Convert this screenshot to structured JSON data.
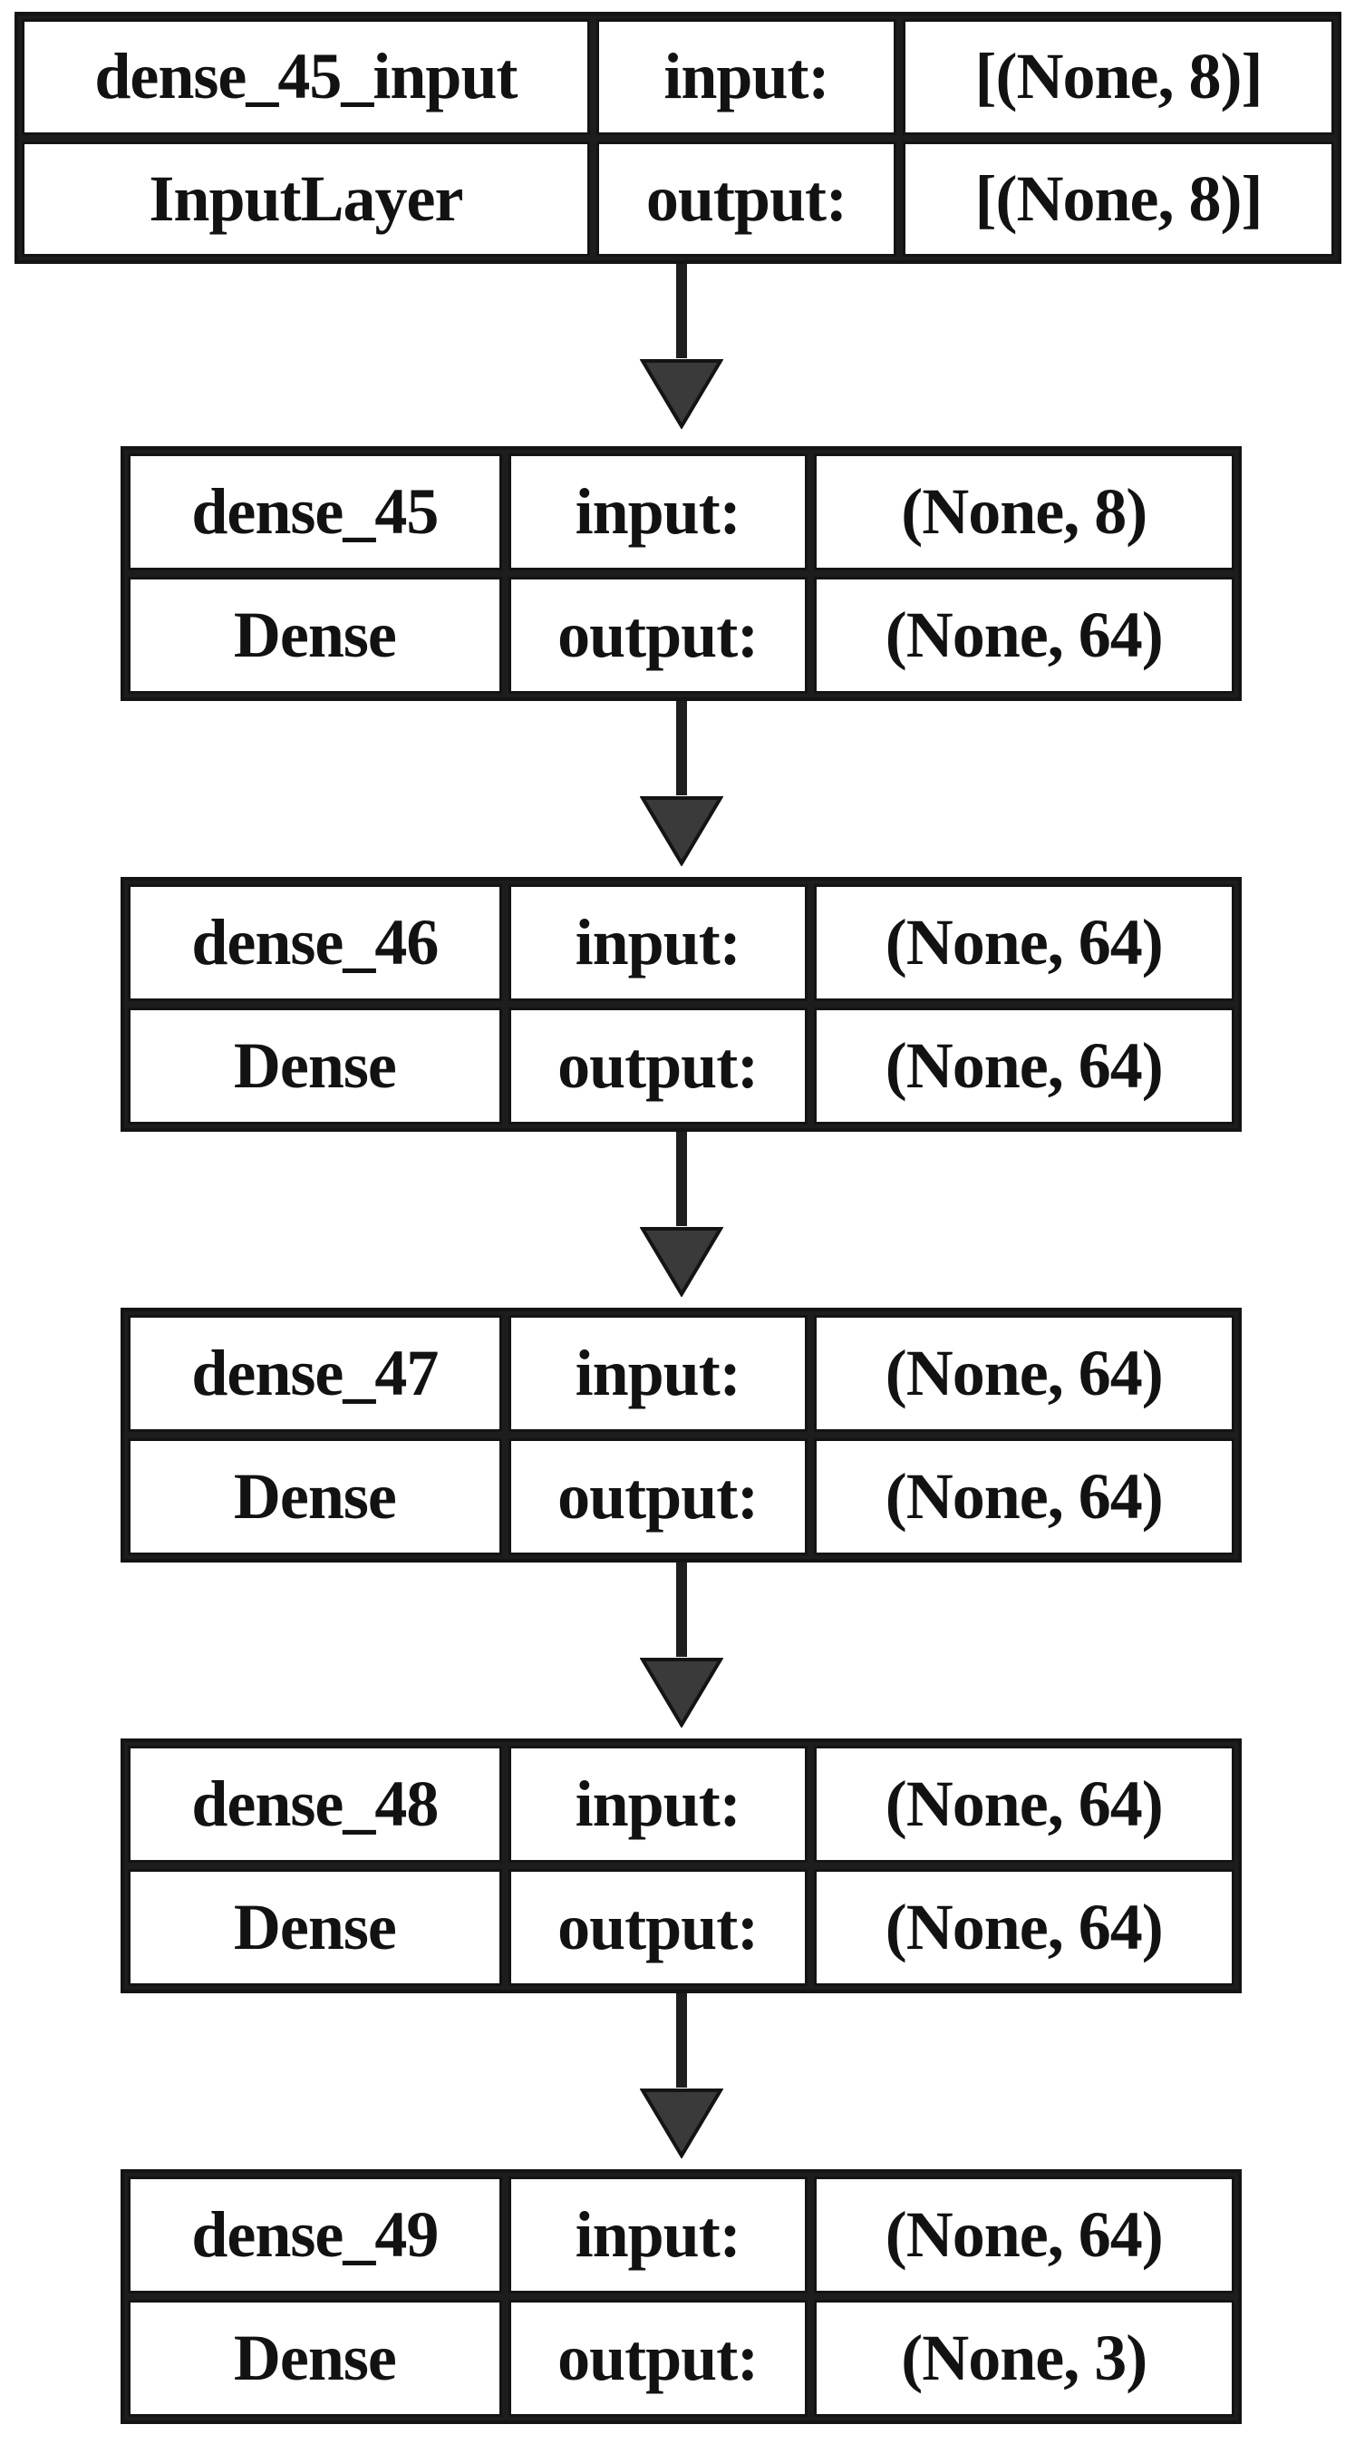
{
  "diagram": {
    "title": "keras-model-plot",
    "nodes": [
      {
        "name": "dense_45_input",
        "type": "InputLayer",
        "input_label": "input:",
        "output_label": "output:",
        "input_shape": "[(None, 8)]",
        "output_shape": "[(None, 8)]"
      },
      {
        "name": "dense_45",
        "type": "Dense",
        "input_label": "input:",
        "output_label": "output:",
        "input_shape": "(None, 8)",
        "output_shape": "(None, 64)"
      },
      {
        "name": "dense_46",
        "type": "Dense",
        "input_label": "input:",
        "output_label": "output:",
        "input_shape": "(None, 64)",
        "output_shape": "(None, 64)"
      },
      {
        "name": "dense_47",
        "type": "Dense",
        "input_label": "input:",
        "output_label": "output:",
        "input_shape": "(None, 64)",
        "output_shape": "(None, 64)"
      },
      {
        "name": "dense_48",
        "type": "Dense",
        "input_label": "input:",
        "output_label": "output:",
        "input_shape": "(None, 64)",
        "output_shape": "(None, 64)"
      },
      {
        "name": "dense_49",
        "type": "Dense",
        "input_label": "input:",
        "output_label": "output:",
        "input_shape": "(None, 64)",
        "output_shape": "(None, 3)"
      }
    ],
    "colors": {
      "page_bg": "#ffffff",
      "cell_bg": "#ffffff",
      "border": "#141414",
      "grid": "#1d1d1d",
      "text": "#121212",
      "arrow_stem": "#1e1e1e",
      "arrowhead": "#3a3a3a"
    }
  }
}
